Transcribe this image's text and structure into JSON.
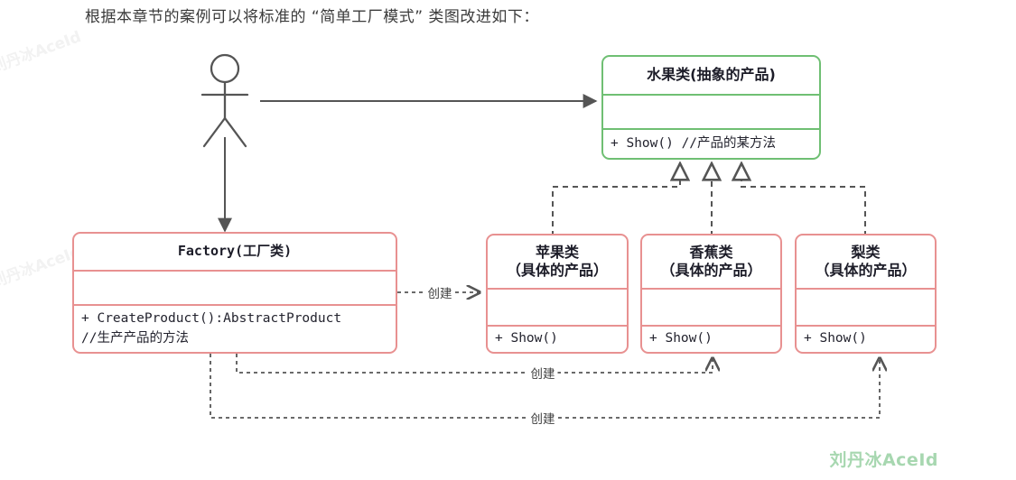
{
  "caption": "根据本章节的案例可以将标准的 “简单工厂模式” 类图改进如下：",
  "watermarks": {
    "side_text": "刘丹冰AceId",
    "main_text": "刘丹冰AceId",
    "main_color": "#a7d7b0",
    "side_color": "#f2f2f2"
  },
  "colors": {
    "abstract_border": "#6fbf73",
    "concrete_border": "#e89191",
    "connector": "#555555",
    "text": "#1c1c28",
    "background": "#ffffff"
  },
  "actor": {
    "name": "actor-stick-figure",
    "label": ""
  },
  "classes": {
    "abstract_product": {
      "title": "水果类(抽象的产品)",
      "attributes": "",
      "operations": "+ Show() //产品的某方法",
      "border_color": "#6fbf73",
      "stereotype": "abstract"
    },
    "factory": {
      "title_mono": "Factory",
      "title_cn": "(工厂类)",
      "title": "Factory(工厂类)",
      "attributes": "",
      "operations_line1": "+ CreateProduct():AbstractProduct",
      "operations_line2": "//生产产品的方法",
      "border_color": "#e89191"
    },
    "concrete_products": [
      {
        "title_line1": "苹果类",
        "title_line2": "（具体的产品）",
        "attributes": "",
        "operations": "+ Show()",
        "border_color": "#e89191"
      },
      {
        "title_line1": "香蕉类",
        "title_line2": "（具体的产品）",
        "attributes": "",
        "operations": "+ Show()",
        "border_color": "#e89191"
      },
      {
        "title_line1": "梨类",
        "title_line2": "（具体的产品）",
        "attributes": "",
        "operations": "+ Show()",
        "border_color": "#e89191"
      }
    ]
  },
  "relations": {
    "actor_to_abstract": {
      "type": "association",
      "label": ""
    },
    "actor_to_factory": {
      "type": "association",
      "label": ""
    },
    "generalizations": [
      {
        "from": "苹果类",
        "to": "水果类",
        "type": "generalization"
      },
      {
        "from": "香蕉类",
        "to": "水果类",
        "type": "generalization"
      },
      {
        "from": "梨类",
        "to": "水果类",
        "type": "generalization"
      }
    ],
    "dependencies": [
      {
        "from": "Factory",
        "to": "苹果类",
        "label": "创建",
        "type": "dependency"
      },
      {
        "from": "Factory",
        "to": "香蕉类",
        "label": "创建",
        "type": "dependency"
      },
      {
        "from": "Factory",
        "to": "梨类",
        "label": "创建",
        "type": "dependency"
      }
    ]
  }
}
